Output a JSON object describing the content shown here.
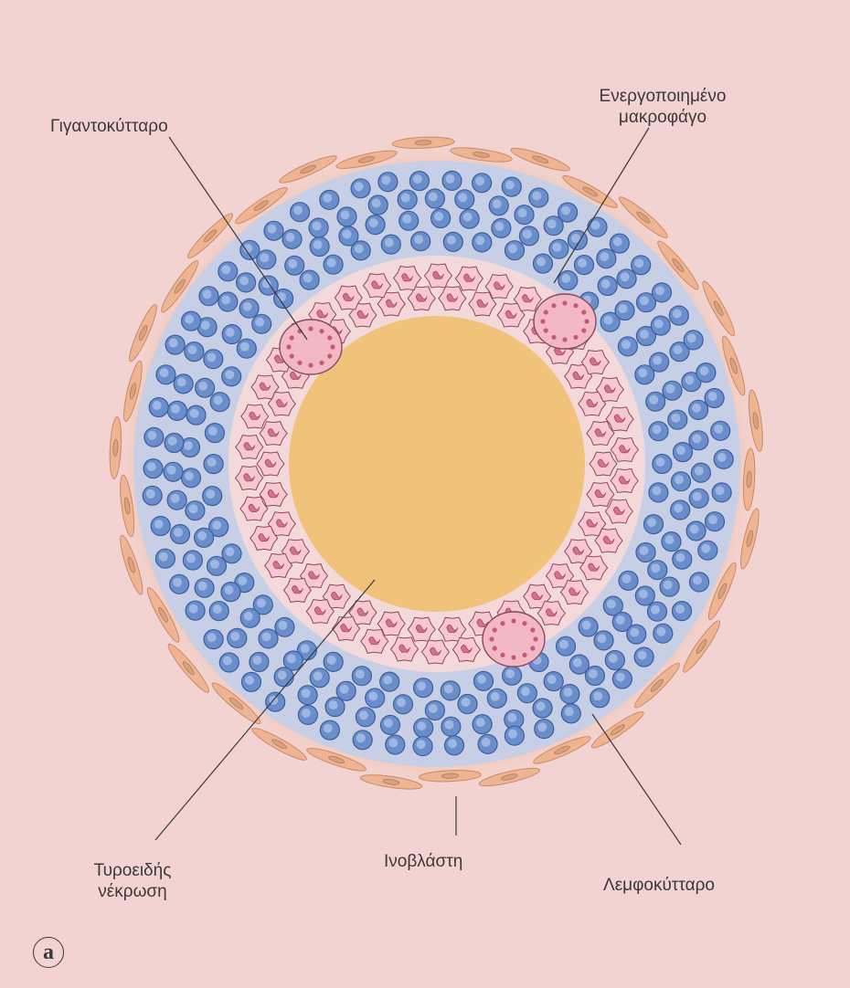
{
  "labels": {
    "giant_cell": "Γιγαντοκύτταρο",
    "activated_macrophage_line1": "Ενεργοποιημένο",
    "activated_macrophage_line2": "μακροφάγο",
    "caseous_necrosis_line1": "Τυροειδής",
    "caseous_necrosis_line2": "νέκρωση",
    "fibroblast": "Ινοβλάστη",
    "lymphocyte": "Λεμφοκύτταρο"
  },
  "panel_letter": "a",
  "colors": {
    "background": "#f2d3d2",
    "necrosis_core": "#f0c27a",
    "macrophage_fill": "#f7c8cf",
    "macrophage_nucleus": "#d9708a",
    "lymphocyte_zone": "#c7cfe6",
    "lymphocyte_cell": "#6a8dcc",
    "fibroblast_halo": "#f2b98f",
    "fibroblast_cell": "#efb593",
    "leader_line": "#3a3a3a"
  }
}
